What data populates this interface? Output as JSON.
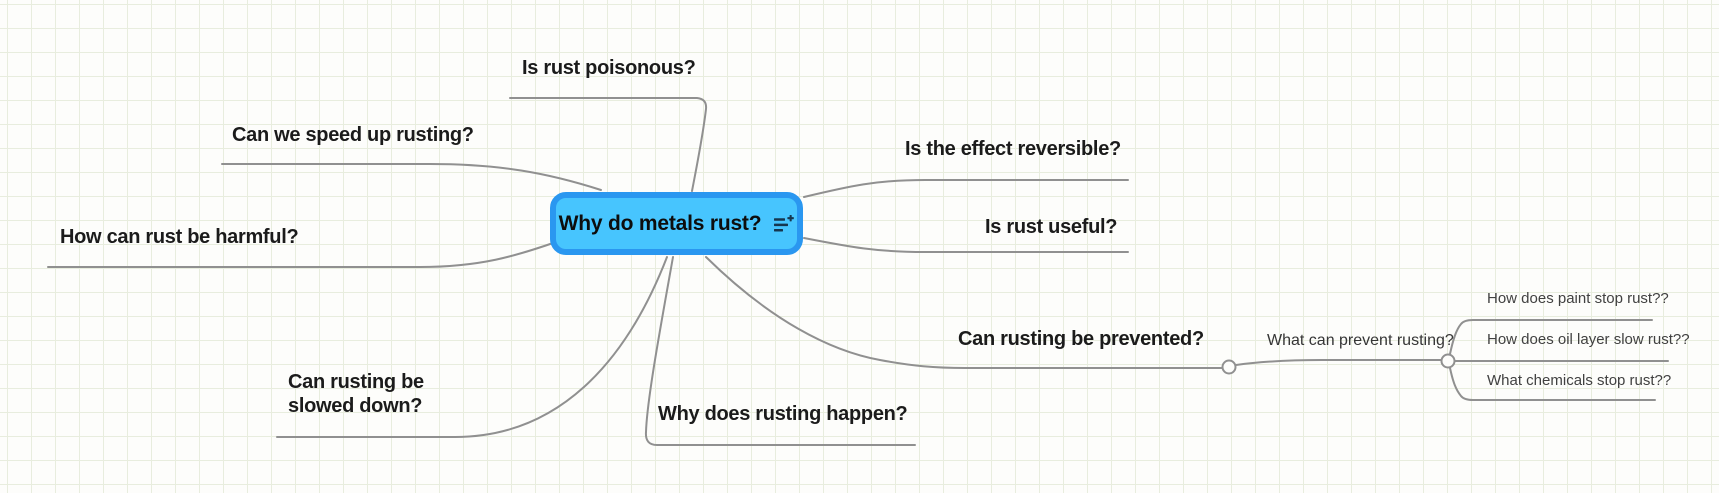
{
  "canvas": {
    "background_color": "#fdfdfb",
    "grid_color": "#e8edde",
    "connector_color": "#909090"
  },
  "central_node": {
    "label": "Why do metals rust?",
    "fill_color": "#47c5fe",
    "border_color": "#2a97f0",
    "icon": "playlist-add-icon"
  },
  "branches": [
    {
      "label": "Is rust poisonous?"
    },
    {
      "label": "Can we speed up rusting?"
    },
    {
      "label": "How can rust be harmful?"
    },
    {
      "label": "Can rusting be slowed down?"
    },
    {
      "label": "Why does rusting happen?"
    },
    {
      "label": "Is the effect reversible?"
    },
    {
      "label": "Is rust useful?"
    },
    {
      "label": "Can rusting be prevented?",
      "children": [
        {
          "label": "What can prevent rusting?",
          "children": [
            {
              "label": "How does paint stop rust??"
            },
            {
              "label": "How does oil layer slow rust??"
            },
            {
              "label": "What chemicals stop rust??"
            }
          ]
        }
      ]
    }
  ]
}
